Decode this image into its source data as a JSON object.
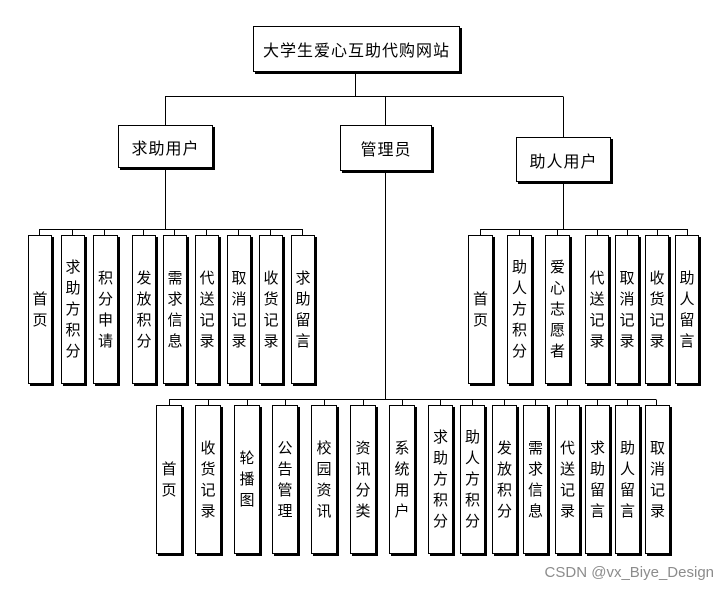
{
  "root": "大学生爱心互助代购网站",
  "groups": {
    "seeker": {
      "label": "求助用户",
      "items": [
        "首页",
        "求助方积分",
        "积分申请",
        "发放积分",
        "需求信息",
        "代送记录",
        "取消记录",
        "收货记录",
        "求助留言"
      ]
    },
    "admin": {
      "label": "管理员",
      "items": [
        "首页",
        "收货记录",
        "轮播图",
        "公告管理",
        "校园资讯",
        "资讯分类",
        "系统用户",
        "求助方积分",
        "助人方积分",
        "发放积分",
        "需求信息",
        "代送记录",
        "求助留言",
        "助人留言",
        "取消记录"
      ]
    },
    "helper": {
      "label": "助人用户",
      "items": [
        "首页",
        "助人方积分",
        "爱心志愿者",
        "代送记录",
        "取消记录",
        "收货记录",
        "助人留言"
      ]
    }
  },
  "watermark": "CSDN @vx_Biye_Design",
  "colors": {
    "line": "#000000",
    "box_border": "#000000",
    "watermark": "#8c8c8c"
  }
}
